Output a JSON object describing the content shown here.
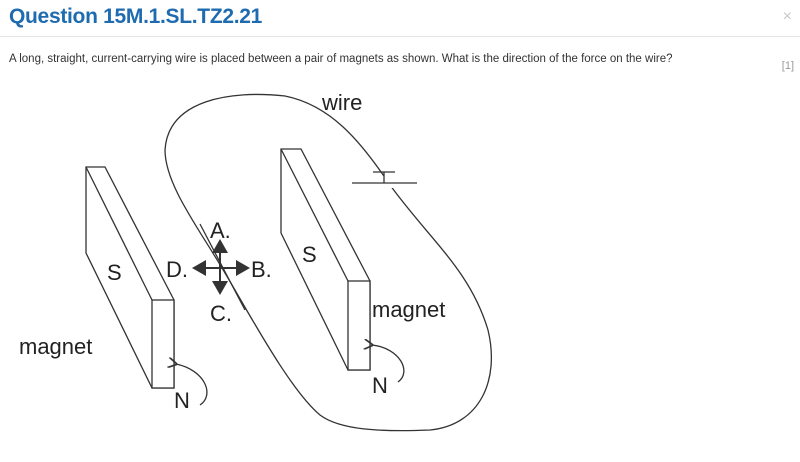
{
  "header": {
    "title": "Question 15M.1.SL.TZ2.21",
    "close_icon": "×"
  },
  "question": {
    "text": "A long, straight, current-carrying wire is placed between a pair of magnets as shown. What is the direction of the force on the wire?",
    "marks": "[1]"
  },
  "diagram": {
    "wire_label": "wire",
    "left_magnet": {
      "label": "magnet",
      "south": "S",
      "north": "N"
    },
    "right_magnet": {
      "label": "magnet",
      "south": "S",
      "north": "N"
    },
    "options": {
      "a": "A.",
      "b": "B.",
      "c": "C.",
      "d": "D."
    }
  }
}
